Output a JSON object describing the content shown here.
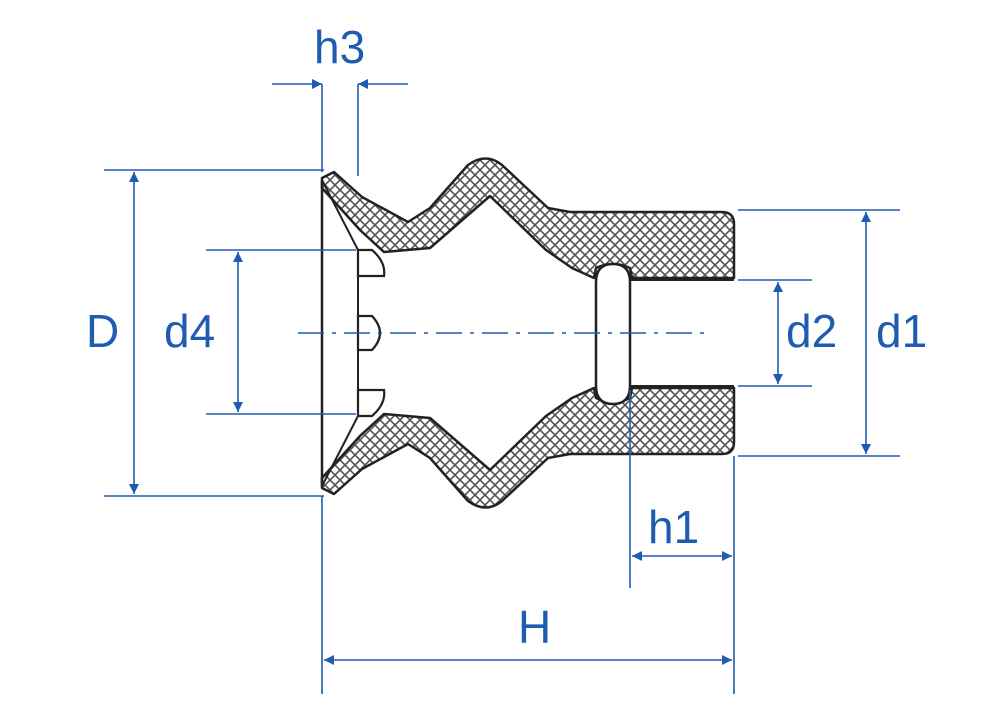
{
  "colors": {
    "dimension": "#1f5cb0",
    "outline": "#222222",
    "hatch": "#555555",
    "background": "#ffffff"
  },
  "labels": {
    "h3": "h3",
    "D": "D",
    "d4": "d4",
    "d2": "d2",
    "d1": "d1",
    "h1": "h1",
    "H": "H"
  }
}
